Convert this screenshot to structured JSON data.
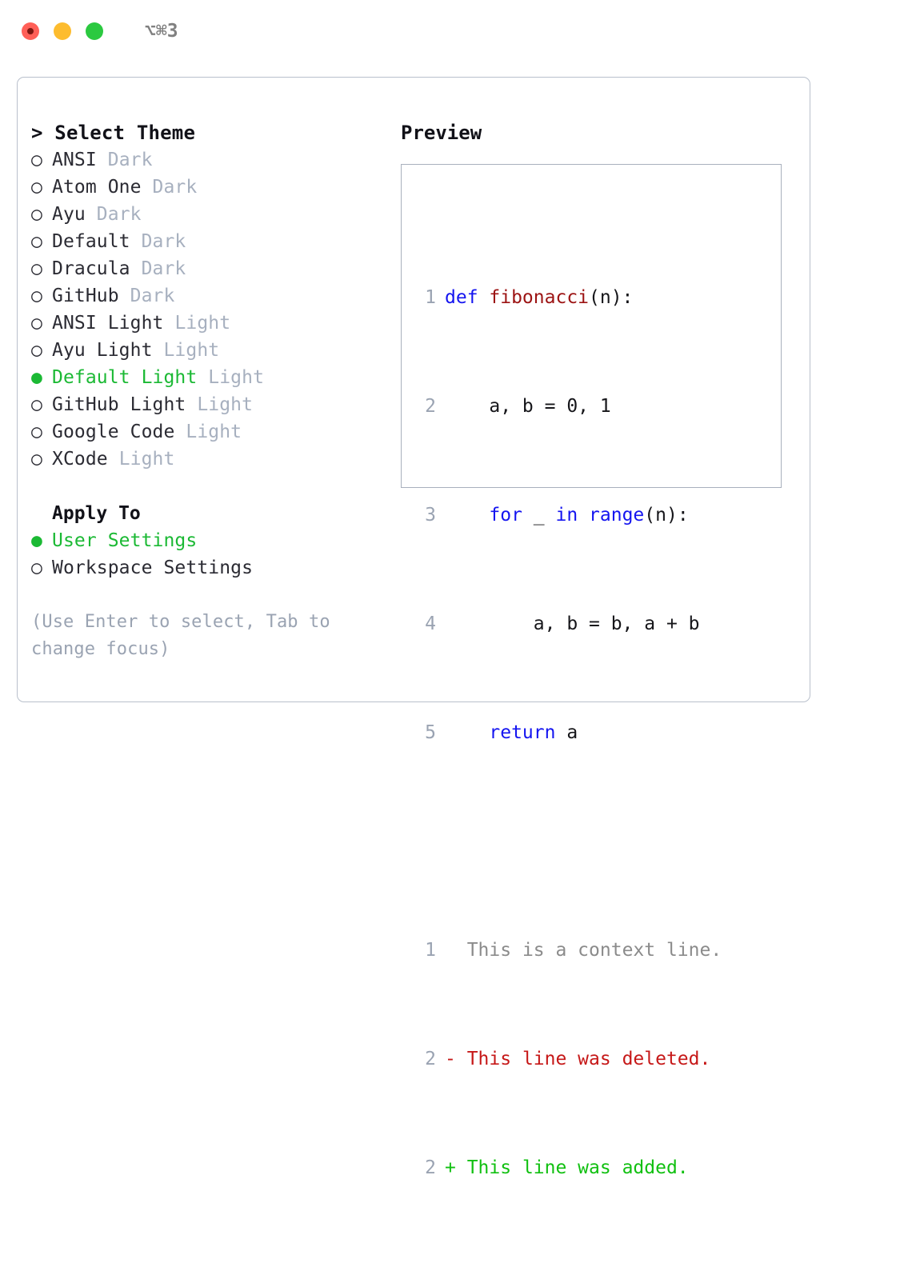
{
  "titlebar": {
    "shortcut": "⌥⌘3",
    "buttons": [
      {
        "name": "close",
        "color": "#ff5f57"
      },
      {
        "name": "minimize",
        "color": "#fdbc2e"
      },
      {
        "name": "zoom",
        "color": "#2bc940"
      }
    ]
  },
  "theme_picker": {
    "header": "> Select Theme",
    "markers": {
      "selected": "●",
      "unselected": "○"
    },
    "accent_color": "#1bb934",
    "items": [
      {
        "marker": "○",
        "name": "ANSI",
        "category": "Dark",
        "selected": false
      },
      {
        "marker": "○",
        "name": "Atom One",
        "category": "Dark",
        "selected": false
      },
      {
        "marker": "○",
        "name": "Ayu",
        "category": "Dark",
        "selected": false
      },
      {
        "marker": "○",
        "name": "Default",
        "category": "Dark",
        "selected": false
      },
      {
        "marker": "○",
        "name": "Dracula",
        "category": "Dark",
        "selected": false
      },
      {
        "marker": "○",
        "name": "GitHub",
        "category": "Dark",
        "selected": false
      },
      {
        "marker": "○",
        "name": "ANSI Light",
        "category": "Light",
        "selected": false
      },
      {
        "marker": "○",
        "name": "Ayu Light",
        "category": "Light",
        "selected": false
      },
      {
        "marker": "●",
        "name": "Default Light",
        "category": "Light",
        "selected": true
      },
      {
        "marker": "○",
        "name": "GitHub Light",
        "category": "Light",
        "selected": false
      },
      {
        "marker": "○",
        "name": "Google Code",
        "category": "Light",
        "selected": false
      },
      {
        "marker": "○",
        "name": "XCode",
        "category": "Light",
        "selected": false
      }
    ]
  },
  "apply_to": {
    "header": "Apply To",
    "items": [
      {
        "marker": "●",
        "name": "User Settings",
        "selected": true
      },
      {
        "marker": "○",
        "name": "Workspace Settings",
        "selected": false
      }
    ]
  },
  "hint": "(Use Enter to select, Tab to change focus)",
  "preview": {
    "title": "Preview",
    "code_lines": [
      {
        "num": "1",
        "tokens": [
          {
            "t": "def ",
            "c": "kw"
          },
          {
            "t": "fibonacci",
            "c": "fn"
          },
          {
            "t": "(n):",
            "c": "plain"
          }
        ]
      },
      {
        "num": "2",
        "tokens": [
          {
            "t": "    a, b = 0, 1",
            "c": "plain"
          }
        ]
      },
      {
        "num": "3",
        "tokens": [
          {
            "t": "    ",
            "c": "plain"
          },
          {
            "t": "for",
            "c": "kw"
          },
          {
            "t": " _ ",
            "c": "plain"
          },
          {
            "t": "in",
            "c": "kw"
          },
          {
            "t": " ",
            "c": "plain"
          },
          {
            "t": "range",
            "c": "kw"
          },
          {
            "t": "(n):",
            "c": "plain"
          }
        ]
      },
      {
        "num": "4",
        "tokens": [
          {
            "t": "        a, b = b, a + b",
            "c": "plain"
          }
        ]
      },
      {
        "num": "5",
        "tokens": [
          {
            "t": "    ",
            "c": "plain"
          },
          {
            "t": "return",
            "c": "kw"
          },
          {
            "t": " a",
            "c": "plain"
          }
        ]
      }
    ],
    "diff_lines": [
      {
        "num": "1",
        "prefix": "  ",
        "text": "This is a context line.",
        "kind": "ctx"
      },
      {
        "num": "2",
        "prefix": "- ",
        "text": "This line was deleted.",
        "kind": "del"
      },
      {
        "num": "2",
        "prefix": "+ ",
        "text": "This line was added.",
        "kind": "add"
      }
    ],
    "colors": {
      "keyword": "#1414f0",
      "function": "#9c1313",
      "plain": "#16161a",
      "line_number": "#9aa3b2",
      "context": "#8b8b8b",
      "deleted": "#c61818",
      "added": "#11c011"
    }
  }
}
